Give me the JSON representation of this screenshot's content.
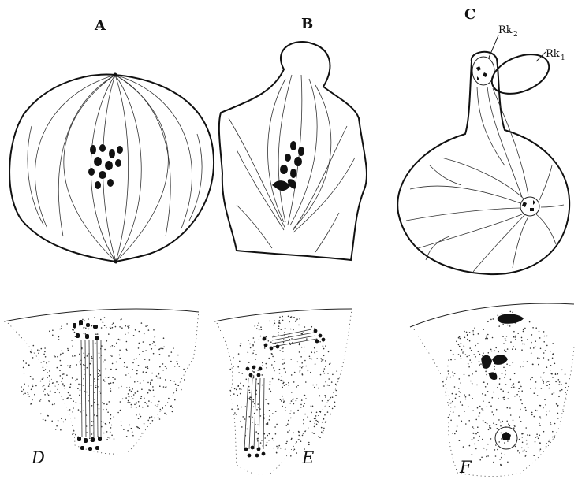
{
  "figure": {
    "panels": [
      {
        "id": "A",
        "label": "A"
      },
      {
        "id": "B",
        "label": "B"
      },
      {
        "id": "C",
        "label": "C"
      },
      {
        "id": "D",
        "label": "D"
      },
      {
        "id": "E",
        "label": "E"
      },
      {
        "id": "F",
        "label": "F"
      }
    ],
    "annotations": {
      "rk2": {
        "main": "Rk",
        "sub": "2"
      },
      "rk1": {
        "main": "Rk",
        "sub": "1"
      }
    }
  }
}
